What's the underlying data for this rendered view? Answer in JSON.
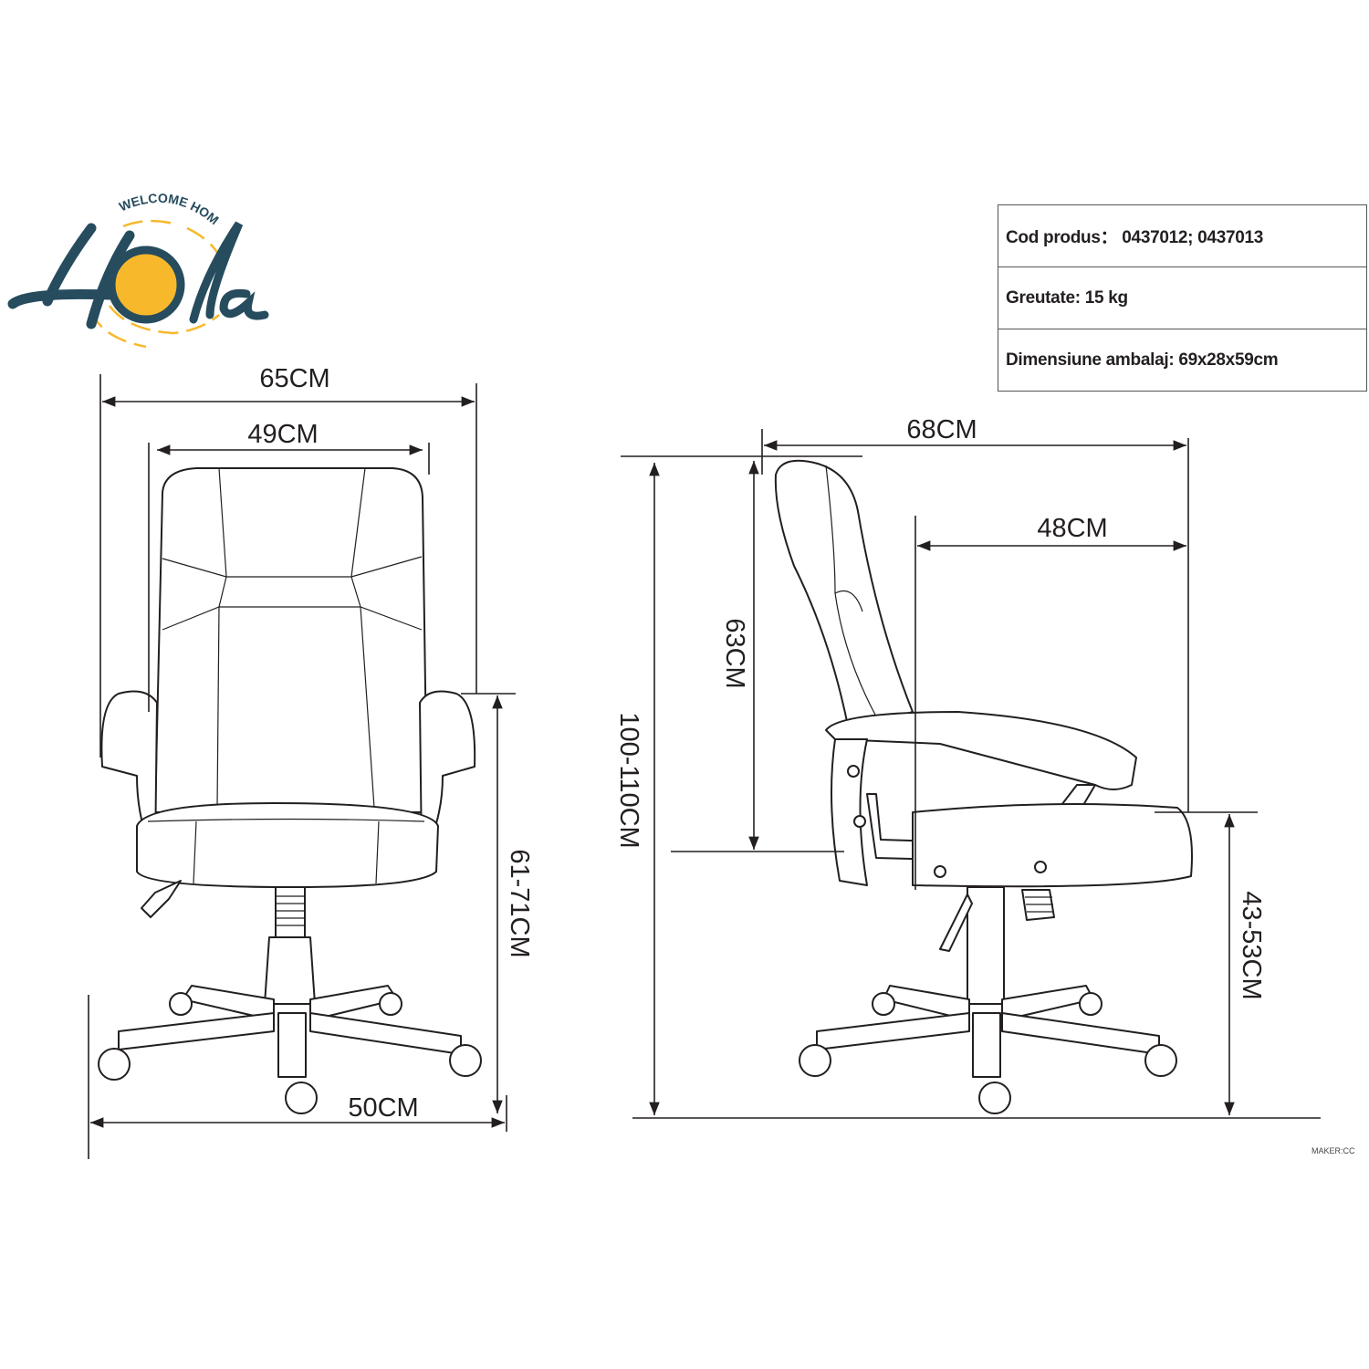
{
  "logo": {
    "tagline": "WELCOME HOME",
    "brand": "Hola",
    "colors": {
      "primary": "#264c5e",
      "accent": "#f7b92b"
    }
  },
  "specs": [
    {
      "label": "Cod produs：",
      "value": "0437012; 0437013"
    },
    {
      "label": "Greutate:",
      "value": "15 kg"
    },
    {
      "label": "Dimensiune ambalaj:",
      "value": "69x28x59cm"
    }
  ],
  "front_view": {
    "overall_width": "65CM",
    "back_width": "49CM",
    "armrest_height": "61-71CM",
    "base_width": "50CM"
  },
  "side_view": {
    "overall_depth": "68CM",
    "seat_depth": "48CM",
    "back_height": "63CM",
    "total_height": "100-110CM",
    "seat_height": "43-53CM"
  },
  "footer": {
    "maker": "MAKER:CC"
  }
}
